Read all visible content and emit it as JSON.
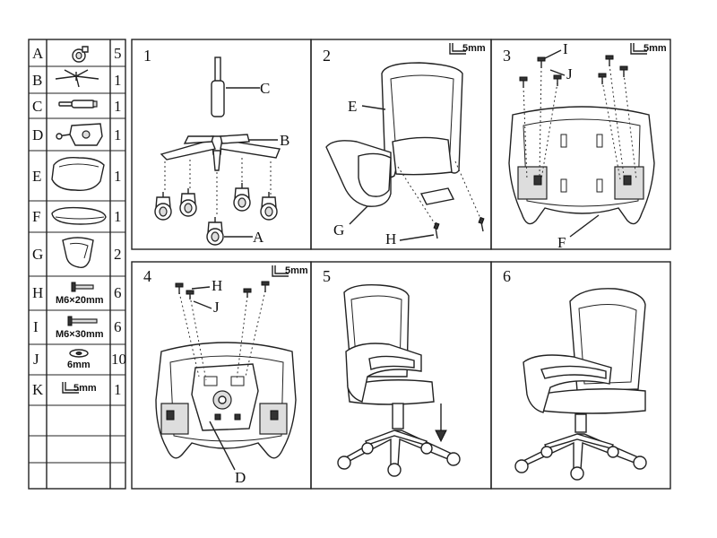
{
  "parts": [
    {
      "letter": "A",
      "qty": "5",
      "icon": "caster-icon",
      "text": ""
    },
    {
      "letter": "B",
      "qty": "1",
      "icon": "base-star-icon",
      "text": ""
    },
    {
      "letter": "C",
      "qty": "1",
      "icon": "gas-lift-icon",
      "text": ""
    },
    {
      "letter": "D",
      "qty": "1",
      "icon": "mechanism-icon",
      "text": ""
    },
    {
      "letter": "E",
      "qty": "1",
      "icon": "backrest-icon",
      "text": ""
    },
    {
      "letter": "F",
      "qty": "1",
      "icon": "seat-icon",
      "text": ""
    },
    {
      "letter": "G",
      "qty": "2",
      "icon": "armrest-icon",
      "text": ""
    },
    {
      "letter": "H",
      "qty": "6",
      "icon": "bolt-icon",
      "text": "M6×20mm"
    },
    {
      "letter": "I",
      "qty": "6",
      "icon": "bolt-icon",
      "text": "M6×30mm"
    },
    {
      "letter": "J",
      "qty": "10",
      "icon": "washer-icon",
      "text": "6mm"
    },
    {
      "letter": "K",
      "qty": "1",
      "icon": "hex-key-icon",
      "text": "5mm"
    }
  ],
  "steps": [
    {
      "number": "1",
      "labels": [
        "C",
        "B",
        "A"
      ]
    },
    {
      "number": "2",
      "labels": [
        "E",
        "G",
        "H"
      ],
      "tool": "5mm"
    },
    {
      "number": "3",
      "labels": [
        "I",
        "J",
        "F"
      ],
      "tool": "5mm"
    },
    {
      "number": "4",
      "labels": [
        "H",
        "J",
        "D"
      ],
      "tool": "5mm"
    },
    {
      "number": "5",
      "labels": []
    },
    {
      "number": "6",
      "labels": []
    }
  ]
}
